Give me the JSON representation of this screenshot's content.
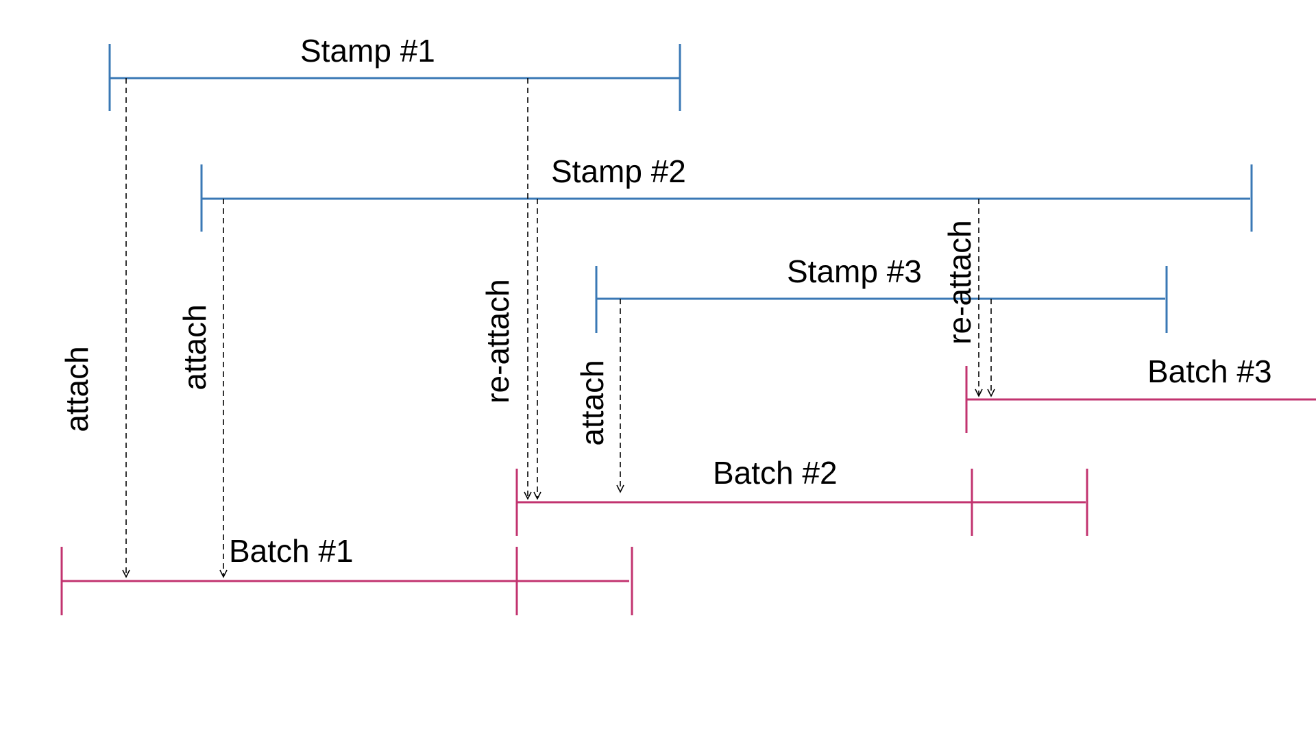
{
  "colors": {
    "stamp": "#3a78b5",
    "batch": "#c2336f",
    "connector": "#000000"
  },
  "stamps": [
    {
      "label": "Stamp #1"
    },
    {
      "label": "Stamp #2"
    },
    {
      "label": "Stamp #3"
    }
  ],
  "batches": [
    {
      "label": "Batch #1"
    },
    {
      "label": "Batch #2"
    },
    {
      "label": "Batch #3"
    }
  ],
  "connectors": [
    {
      "label": "attach"
    },
    {
      "label": "attach"
    },
    {
      "label": "re-attach"
    },
    {
      "label": "attach"
    },
    {
      "label": "re-attach"
    }
  ]
}
